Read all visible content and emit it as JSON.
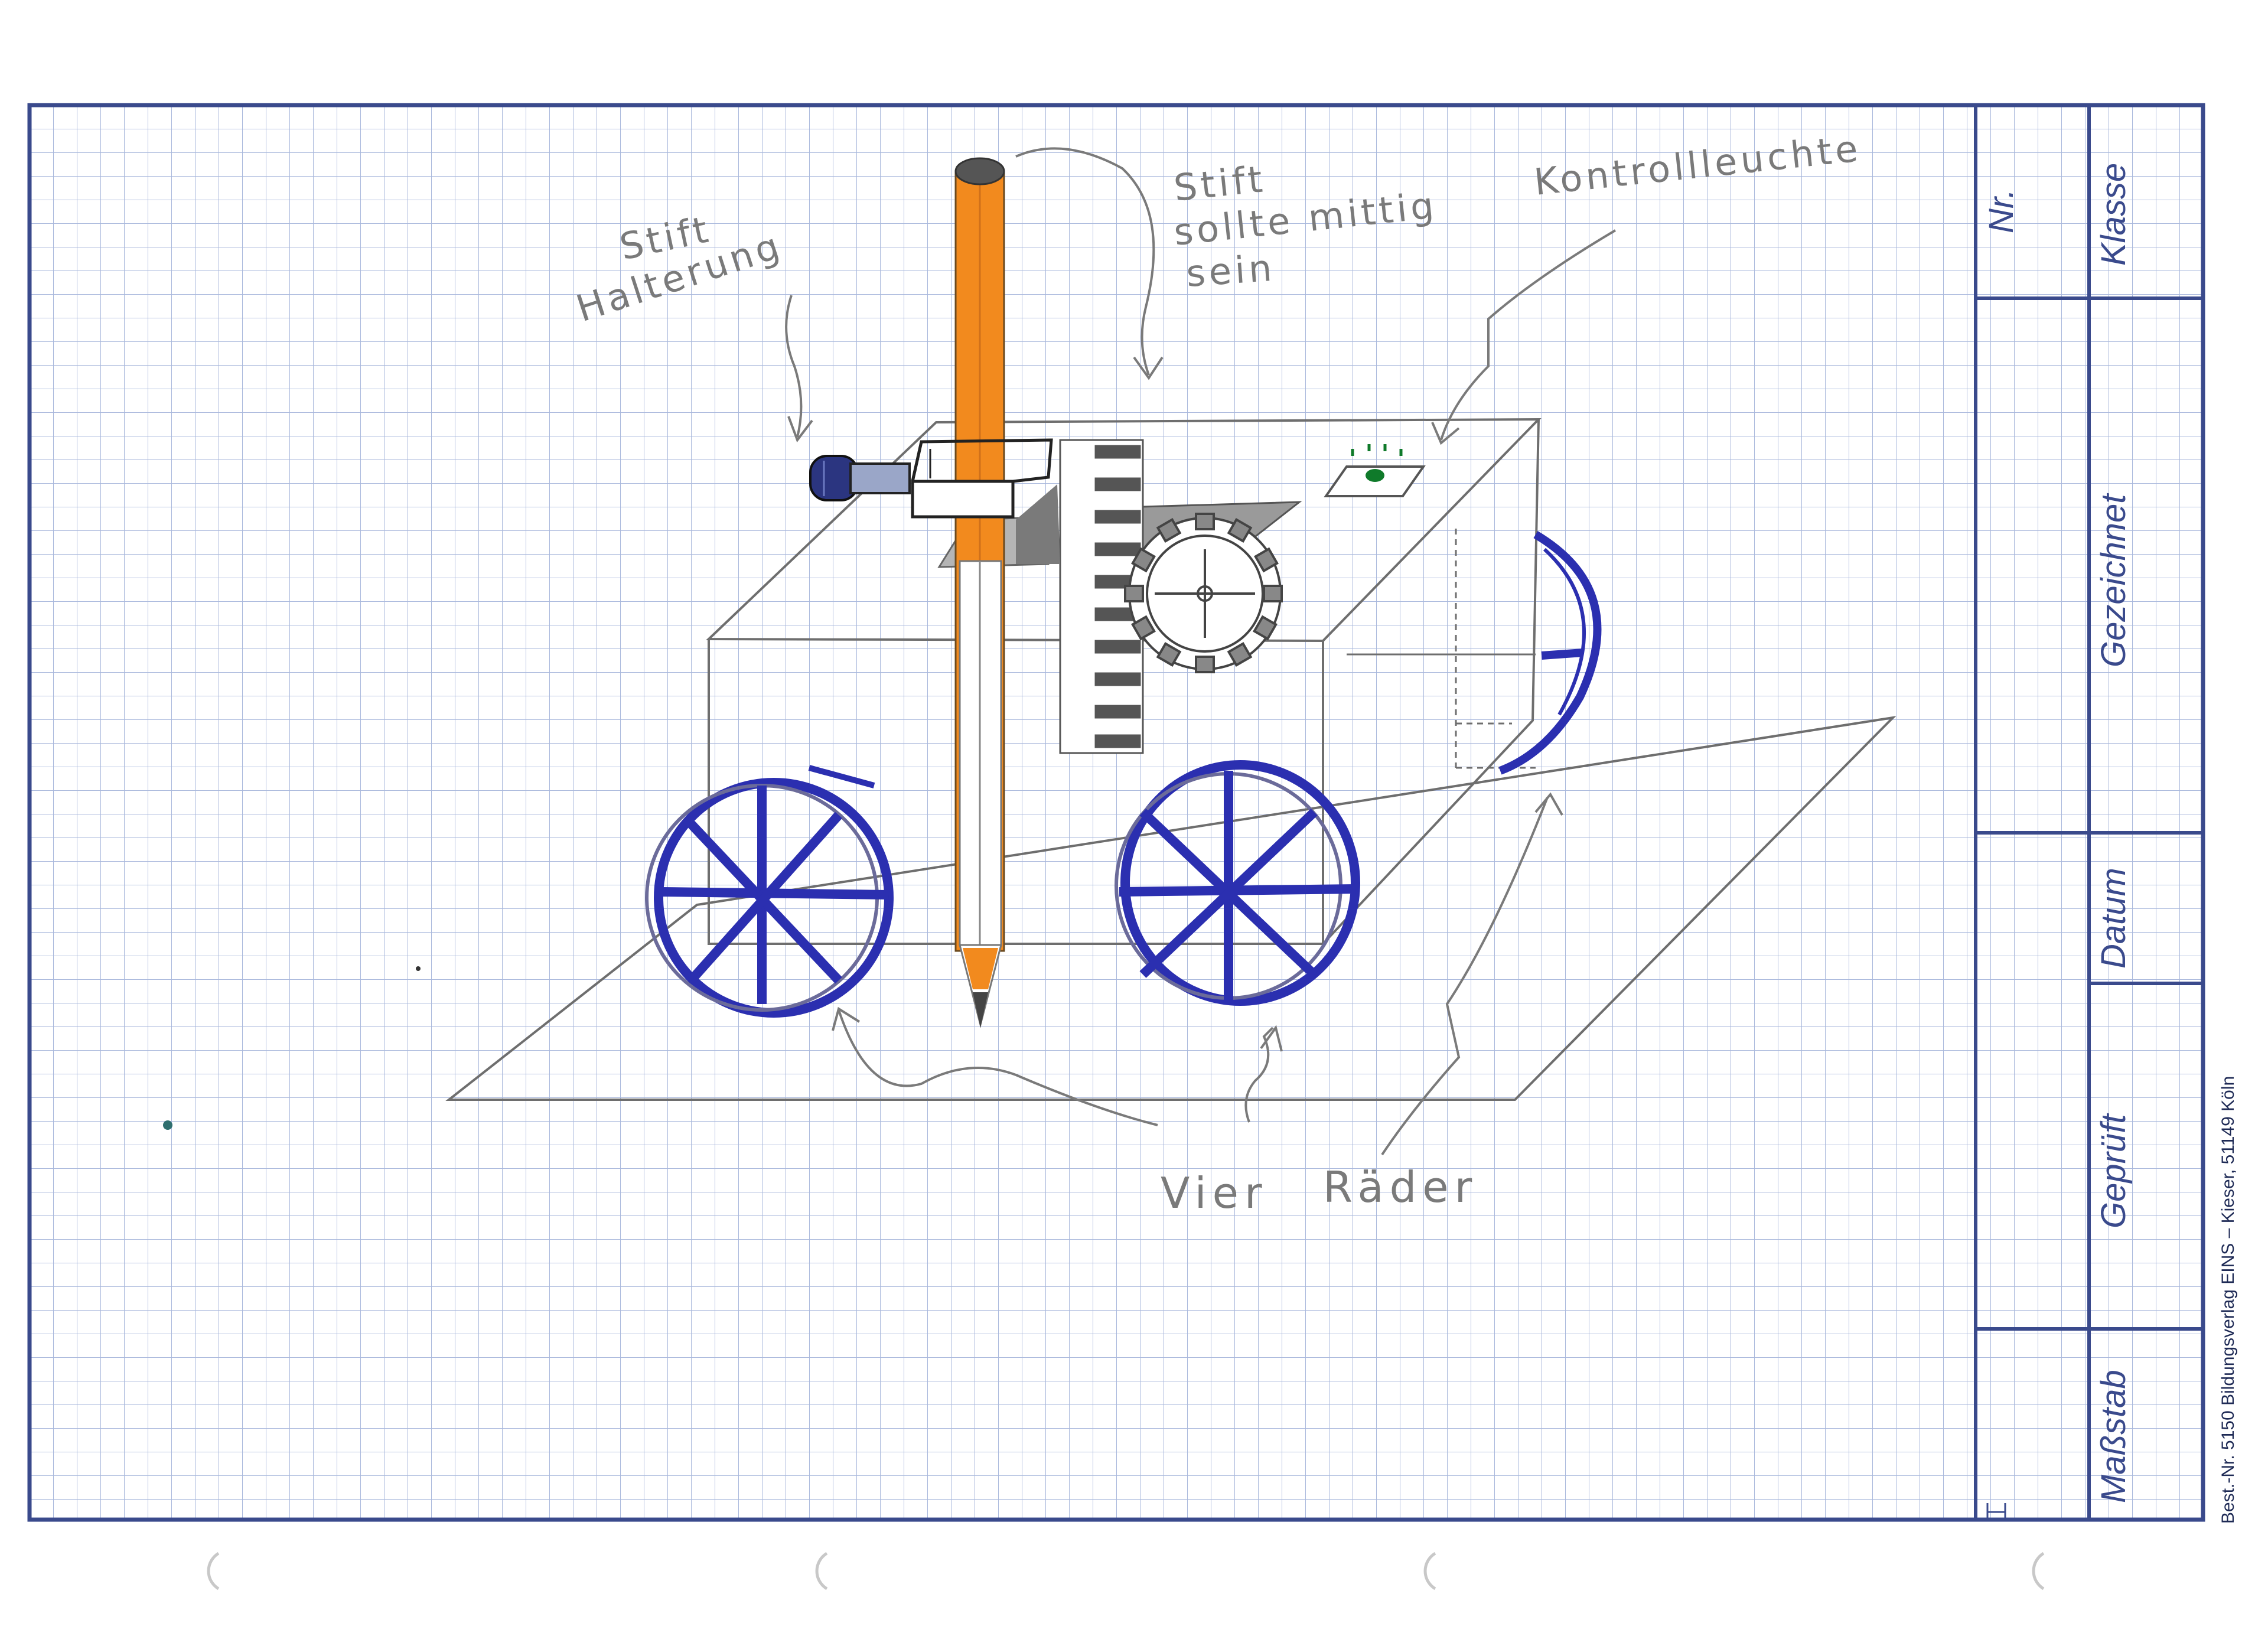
{
  "colors": {
    "grid": "#9fb0d8",
    "frame": "#3a4a8c",
    "pencil_orange": "#f28a1e",
    "wheel_blue": "#2b2fb0",
    "led_green": "#0f7a2a",
    "sketch": "#6e6e6e"
  },
  "annotations": {
    "stift_halterung_line1": "Stift",
    "stift_halterung_line2": "Halterung",
    "stift_mittig_line1": "Stift",
    "stift_mittig_line2": "sollte mittig",
    "stift_mittig_line3": "sein",
    "kontrollleuchte": "Kontrollleuchte",
    "vier_raeder_word1": "Vier",
    "vier_raeder_word2": "Räder"
  },
  "title_block": {
    "nr": "Nr.",
    "klasse": "Klasse",
    "gezeichnet": "Gezeichnet",
    "datum": "Datum",
    "geprueft": "Geprüft",
    "massstab": "Maßstab"
  },
  "imprint": "Best.-Nr. 5150   Bildungsverlag EINS – Kieser, 51149 Köln"
}
